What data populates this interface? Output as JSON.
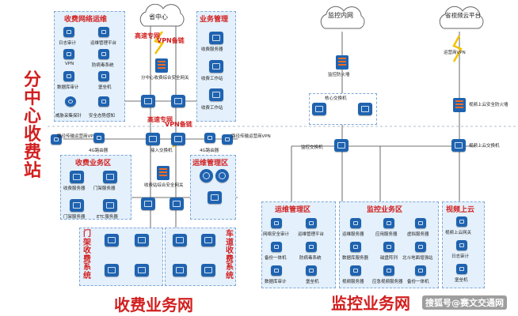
{
  "titles": {
    "left_vertical": "分中心收费站",
    "bottom_left": "收费业务网",
    "bottom_right": "监控业务网"
  },
  "clouds": {
    "province": "省中心",
    "monitor": "监控内网",
    "video": "省视频云平台"
  },
  "links": {
    "highspeed_dedicated": "高速专网",
    "vpn_backup": "VPN备链",
    "vpn_backup2": "VPN备链",
    "highspeed_dedicated2": "高速专网",
    "operator_vpn": "运营商VPN"
  },
  "zones": {
    "ops_top": {
      "title": "收费网络运维",
      "items": [
        "日志审计",
        "运维管理平台",
        "VPN",
        "防病毒系统",
        "数据库审计",
        "堡垒机",
        "威胁采集探针",
        "安全态势感知"
      ]
    },
    "biz_mgmt": {
      "title": "业务管理",
      "items": [
        "收费服务器",
        "收费工作站",
        "收费工作站"
      ]
    },
    "toll_biz": {
      "title": "收费业务区",
      "items": [
        "收费服务器",
        "门架服务器",
        "门架服务器",
        "ETC服务器"
      ]
    },
    "ops_mgmt": {
      "title": "运维管理区",
      "items": []
    },
    "gantry": {
      "title": "门架收费系统"
    },
    "lane": {
      "title": "车道收费系统"
    },
    "mon_ops": {
      "title": "运维管理区",
      "items": [
        "网络安全审计",
        "运维管理平台",
        "备份一体机",
        "防病毒系统",
        "数据库审计",
        "堡垒机"
      ]
    },
    "mon_biz": {
      "title": "监控业务区",
      "items": [
        "运维服务器",
        "应用服务器",
        "虚拟服务器",
        "数据库服务器",
        "磁盘阵列",
        "北斗地面增强站",
        "视频服务器",
        "应急视频服务器",
        "备份一体机"
      ]
    },
    "video_up": {
      "title": "视频上云",
      "items": [
        "视频上云网关",
        "日志审计",
        "堡垒机"
      ]
    }
  },
  "devices": {
    "center_fw": "分中心收费综合安全网关",
    "access_switch": "接入交换机",
    "router_l": "4G路由器",
    "router_r": "4G路由器",
    "device_l": "路径传输运营商VPN",
    "device_r": "路径传输运营商VPN",
    "station_fw": "收费站综合安全网关",
    "mon_fw": "监控防火墙",
    "core_switch": "核心交换机",
    "mon_switch": "监控交换机",
    "video_fw": "视频上云安全防火墙",
    "video_switch": "视频上云交换机"
  },
  "watermark": "搜狐号@赛文交通网"
}
